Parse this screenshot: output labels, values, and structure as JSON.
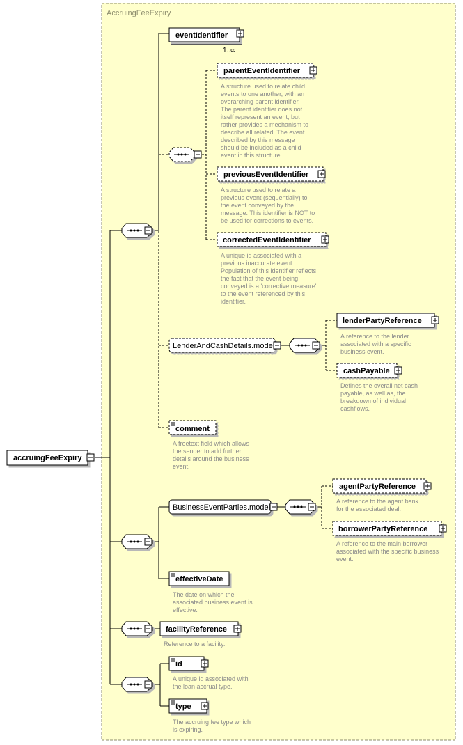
{
  "container_title": "AccruingFeeExpiry",
  "root": {
    "name": "accruingFeeExpiry"
  },
  "elements": {
    "eventIdentifier": {
      "name": "eventIdentifier",
      "multiplicity": "1..∞"
    },
    "parentEventIdentifier": {
      "name": "parentEventIdentifier",
      "doc": [
        "A structure used to relate child",
        "events to one another, with an",
        "overarching parent identifier.",
        "The parent identifier does not",
        "itself represent an event, but",
        "rather provides a mechanism to",
        "describe all related. The event",
        "described by this message",
        "should be included as a child",
        "event in this structure."
      ]
    },
    "previousEventIdentifier": {
      "name": "previousEventIdentifier",
      "doc": [
        "A structure used to relate a",
        "previous event (sequentially) to",
        "the event conveyed by the",
        "message. This identifier is NOT to",
        "be used for corrections to events."
      ]
    },
    "correctedEventIdentifier": {
      "name": "correctedEventIdentifier",
      "doc": [
        "A unique id associated with a",
        "previous inaccurate event.",
        "Population of this identifier reflects",
        "the fact that the event being",
        "conveyed is a 'corrective measure'",
        "to the event referenced by this",
        "identifier."
      ]
    },
    "lenderAndCashDetails": {
      "name": "LenderAndCashDetails.model"
    },
    "lenderPartyReference": {
      "name": "lenderPartyReference",
      "doc": [
        "A reference to the lender",
        "associated with a specific",
        "business event."
      ]
    },
    "cashPayable": {
      "name": "cashPayable",
      "doc": [
        "Defines the overall net cash",
        "payable, as well as, the",
        "breakdown of individual",
        "cashflows."
      ]
    },
    "comment": {
      "name": "comment",
      "doc": [
        "A freetext field which allows",
        "the sender to add further",
        "details around the business",
        "event."
      ]
    },
    "businessEventParties": {
      "name": "BusinessEventParties.model"
    },
    "agentPartyReference": {
      "name": "agentPartyReference",
      "doc": [
        "A reference to the agent bank",
        "for the associated deal."
      ]
    },
    "borrowerPartyReference": {
      "name": "borrowerPartyReference",
      "doc": [
        "A reference to the main borrower",
        "associated with the specific business",
        "event."
      ]
    },
    "effectiveDate": {
      "name": "effectiveDate",
      "doc": [
        "The date on which the",
        "associated business event is",
        "effective."
      ]
    },
    "facilityReference": {
      "name": "facilityReference",
      "doc": [
        "Reference to a facility."
      ]
    },
    "id": {
      "name": "id",
      "doc": [
        "A unique id associated with",
        "the loan accrual type."
      ]
    },
    "type": {
      "name": "type",
      "doc": [
        "The accruing fee type which",
        "is expiring."
      ]
    }
  }
}
